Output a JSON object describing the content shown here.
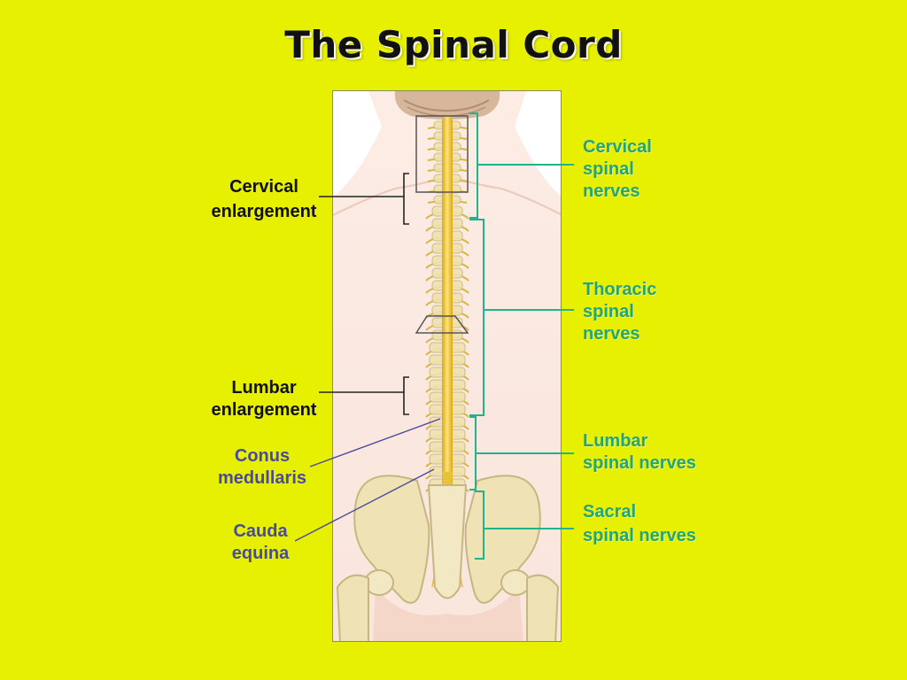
{
  "title": "The Spinal Cord",
  "labels": {
    "cervical_enlargement": [
      "Cervical",
      "enlargement"
    ],
    "lumbar_enlargement": [
      "Lumbar",
      "enlargement"
    ],
    "conus_medullaris": [
      "Conus",
      "medullaris"
    ],
    "cauda_equina": [
      "Cauda",
      "equina"
    ],
    "cervical_spinal_nerves": [
      "Cervical",
      "spinal",
      "nerves"
    ],
    "thoracic_spinal_nerves": [
      "Thoracic",
      "spinal",
      "nerves"
    ],
    "lumbar_spinal_nerves": [
      "Lumbar",
      "spinal nerves"
    ],
    "sacral_spinal_nerves": [
      "Sacral",
      "spinal nerves"
    ]
  },
  "colors": {
    "background": "#e6f000",
    "region_label": "#21a57e",
    "leader_line_dark": "#222222",
    "leader_line_blue": "#4a4a9a",
    "spinal_cord": "#e9c93c",
    "bone": "#efe3b6"
  }
}
